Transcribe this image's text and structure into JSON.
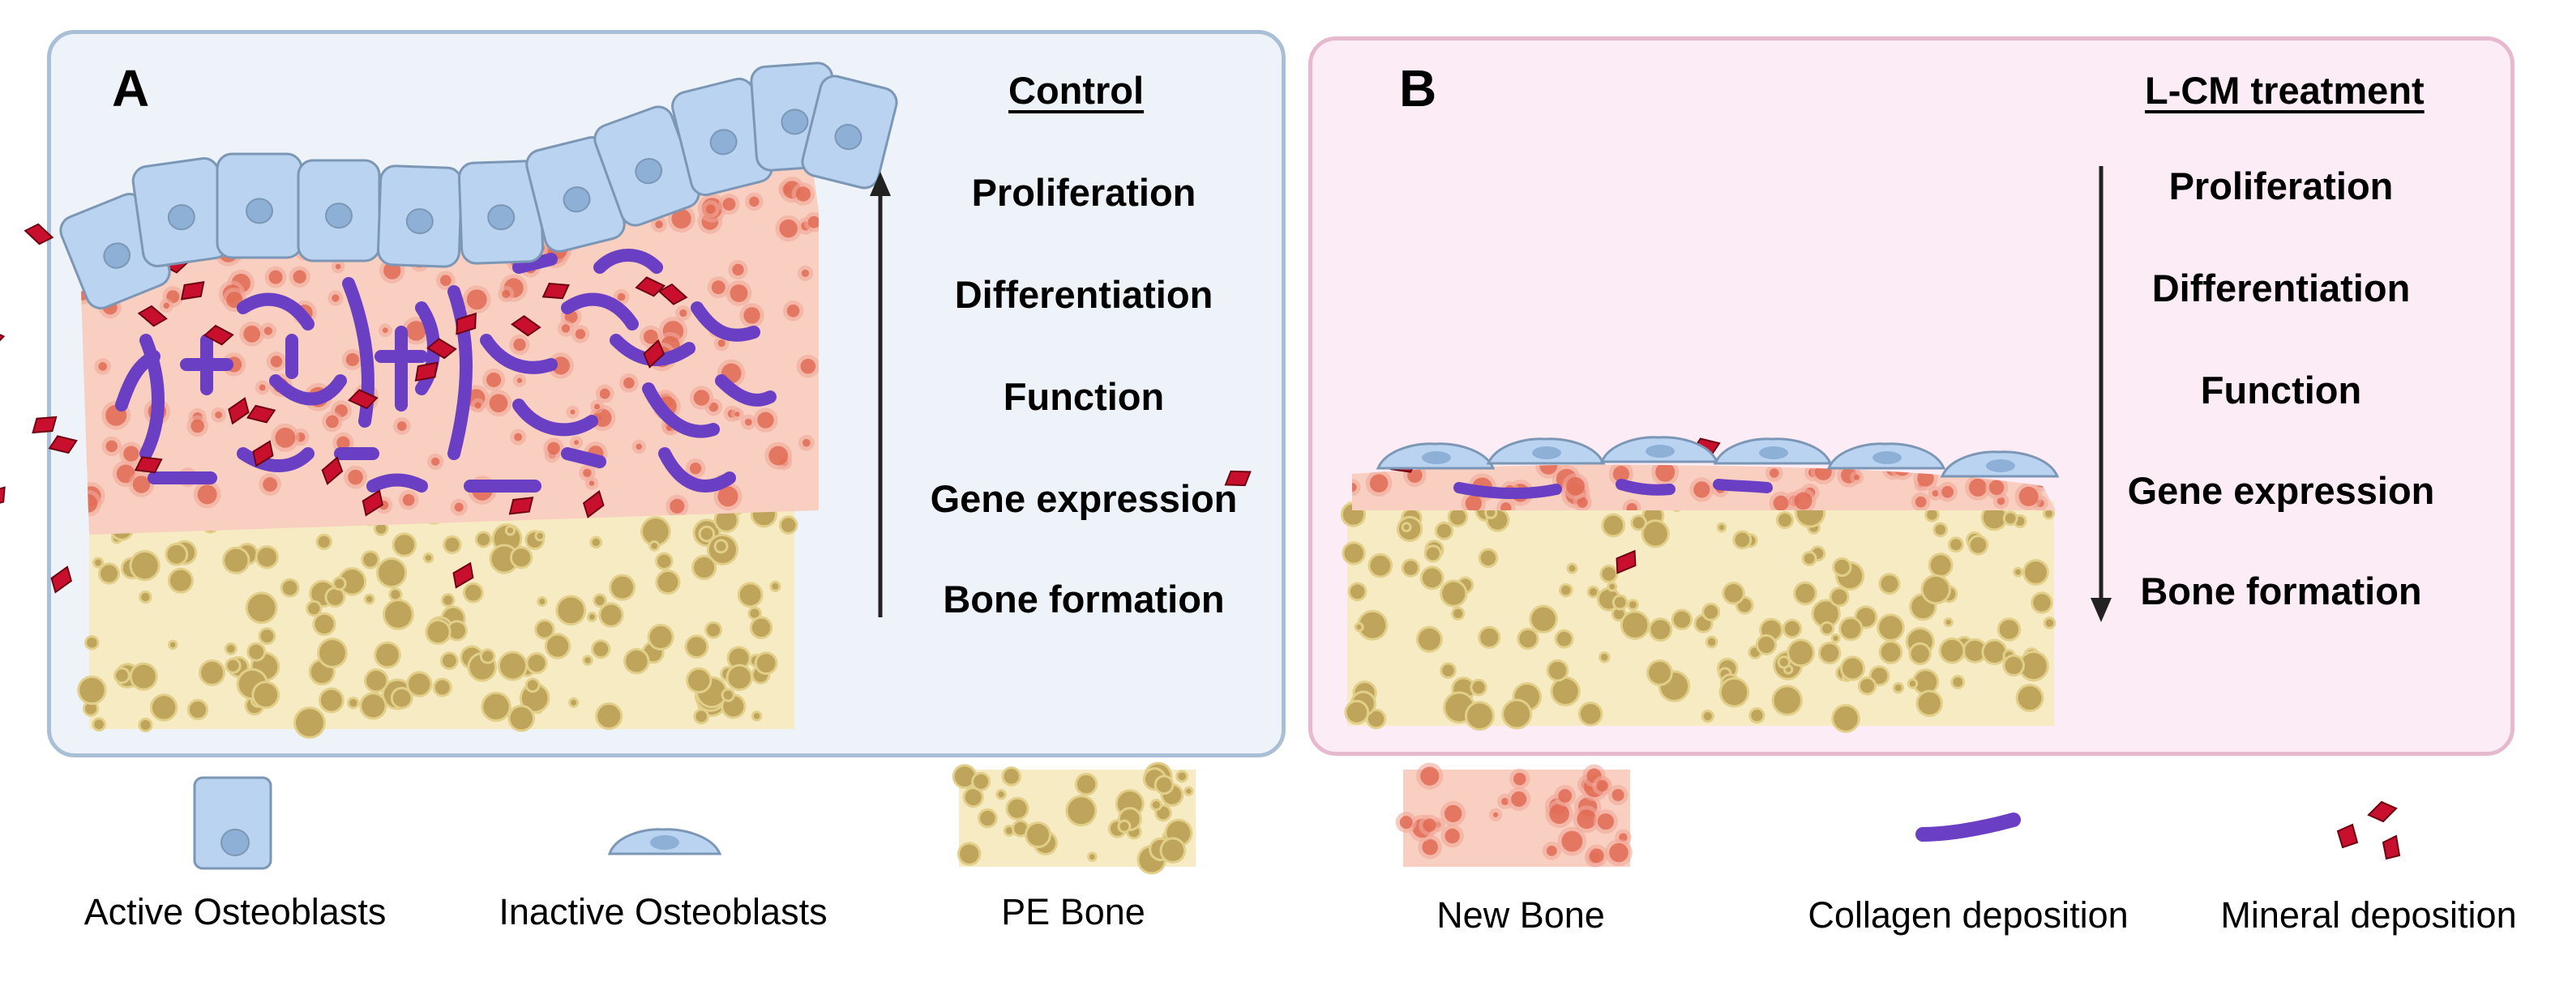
{
  "panel_a": {
    "letter": "A",
    "heading": "Control",
    "parameters": [
      "Proliferation",
      "Differentiation",
      "Function",
      "Gene expression",
      "Bone formation"
    ],
    "trend": "up"
  },
  "panel_b": {
    "letter": "B",
    "heading": "L-CM treatment",
    "parameters": [
      "Proliferation",
      "Differentiation",
      "Function",
      "Gene expression",
      "Bone formation"
    ],
    "trend": "down"
  },
  "legend": {
    "active_osteoblasts": "Active Osteoblasts",
    "inactive_osteoblasts": "Inactive Osteoblasts",
    "pe_bone": "PE Bone",
    "new_bone": "New Bone",
    "collagen_deposition": "Collagen deposition",
    "mineral_deposition": "Mineral deposition"
  },
  "colors": {
    "panel_a_bg": "#eef3f9",
    "panel_b_bg": "#fcecf5",
    "osteoblast": "#b9d3f0",
    "pe_bone": "#f6ebc2",
    "new_bone": "#f8cfc0",
    "collagen": "#6a3fc4",
    "mineral": "#c8102e"
  }
}
